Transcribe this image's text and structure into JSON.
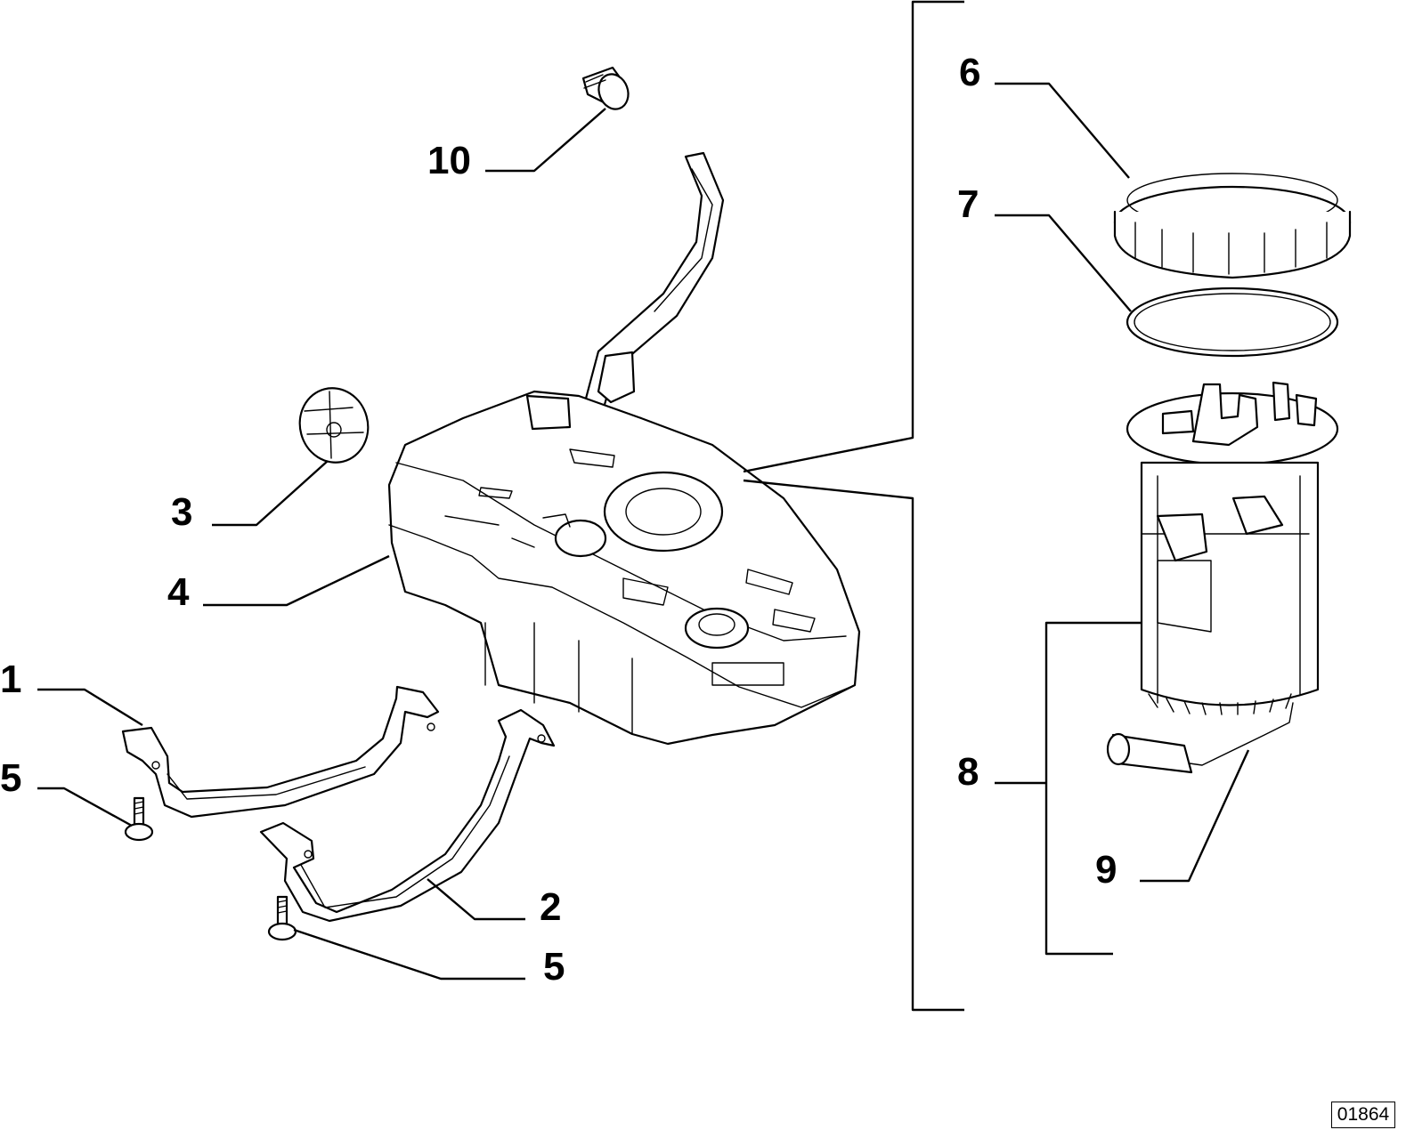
{
  "callouts": {
    "c1": "1",
    "c2": "2",
    "c3": "3",
    "c4": "4",
    "c5a": "5",
    "c5b": "5",
    "c6": "6",
    "c7": "7",
    "c8": "8",
    "c9": "9",
    "c10": "10"
  },
  "reference_number": "01864",
  "colors": {
    "line": "#000000",
    "background": "#ffffff"
  }
}
